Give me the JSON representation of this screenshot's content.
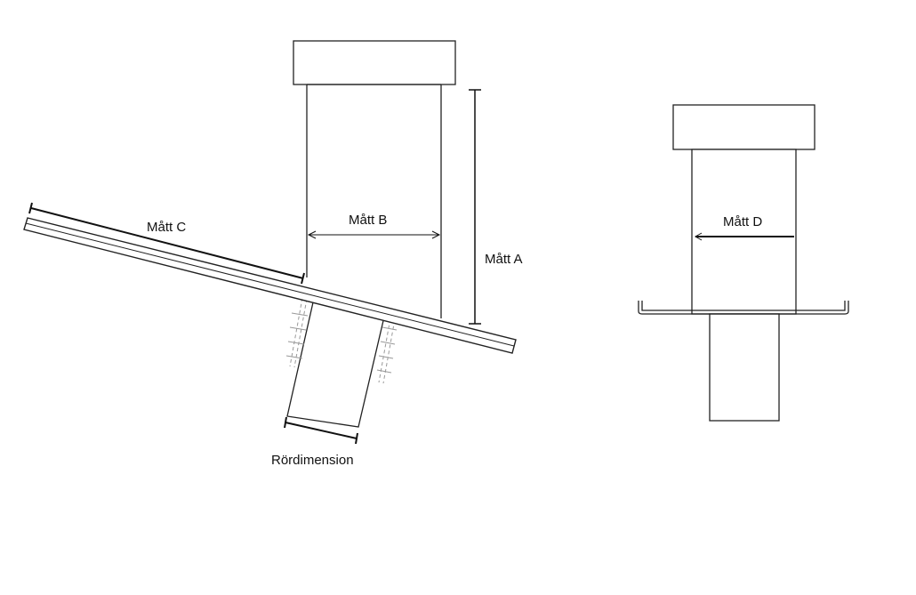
{
  "labels": {
    "matt_a": "Mått A",
    "matt_b": "Mått B",
    "matt_c": "Mått C",
    "matt_d": "Mått D",
    "rordimension": "Rördimension"
  },
  "colors": {
    "line": "#222222",
    "fill": "#ffffff"
  }
}
